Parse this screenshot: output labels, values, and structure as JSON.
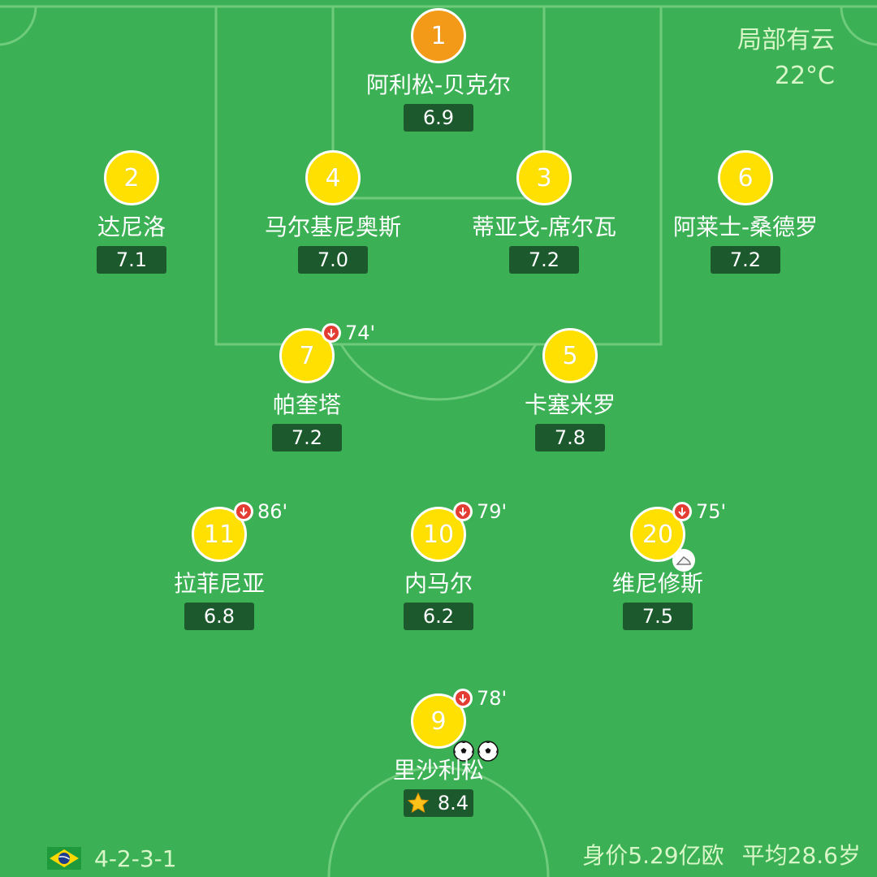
{
  "weather": {
    "condition": "局部有云",
    "temperature": "22°C"
  },
  "players": [
    {
      "id": "gk",
      "number": "1",
      "name": "阿利松-贝克尔",
      "rating": "6.9"
    },
    {
      "id": "lb",
      "number": "2",
      "name": "达尼洛",
      "rating": "7.1"
    },
    {
      "id": "lcb",
      "number": "4",
      "name": "马尔基尼奥斯",
      "rating": "7.0"
    },
    {
      "id": "rcb",
      "number": "3",
      "name": "蒂亚戈-席尔瓦",
      "rating": "7.2"
    },
    {
      "id": "rb",
      "number": "6",
      "name": "阿莱士-桑德罗",
      "rating": "7.2"
    },
    {
      "id": "ldm",
      "number": "7",
      "name": "帕奎塔",
      "rating": "7.2",
      "sub_out": "74'"
    },
    {
      "id": "rdm",
      "number": "5",
      "name": "卡塞米罗",
      "rating": "7.8"
    },
    {
      "id": "lam",
      "number": "11",
      "name": "拉菲尼亚",
      "rating": "6.8",
      "sub_out": "86'"
    },
    {
      "id": "cam",
      "number": "10",
      "name": "内马尔",
      "rating": "6.2",
      "sub_out": "79'"
    },
    {
      "id": "ram",
      "number": "20",
      "name": "维尼修斯",
      "rating": "7.5",
      "sub_out": "75'",
      "assist_icon": "boot-icon"
    },
    {
      "id": "st",
      "number": "9",
      "name": "里沙利松",
      "rating": "8.4",
      "sub_out": "78'",
      "goals": 2,
      "best_player_icon": "star-icon"
    }
  ],
  "footer": {
    "team_flag": "brazil-flag-icon",
    "formation": "4-2-3-1",
    "market_value": "身价5.29亿欧",
    "average_age": "平均28.6岁"
  },
  "colors": {
    "pitch": "#3cb054",
    "lines": "#6fcb7c",
    "disc": "#ffe000",
    "gk_disc": "#f39a18",
    "rating_bg": "#1c5a2e",
    "sub_red": "#e33d33"
  }
}
